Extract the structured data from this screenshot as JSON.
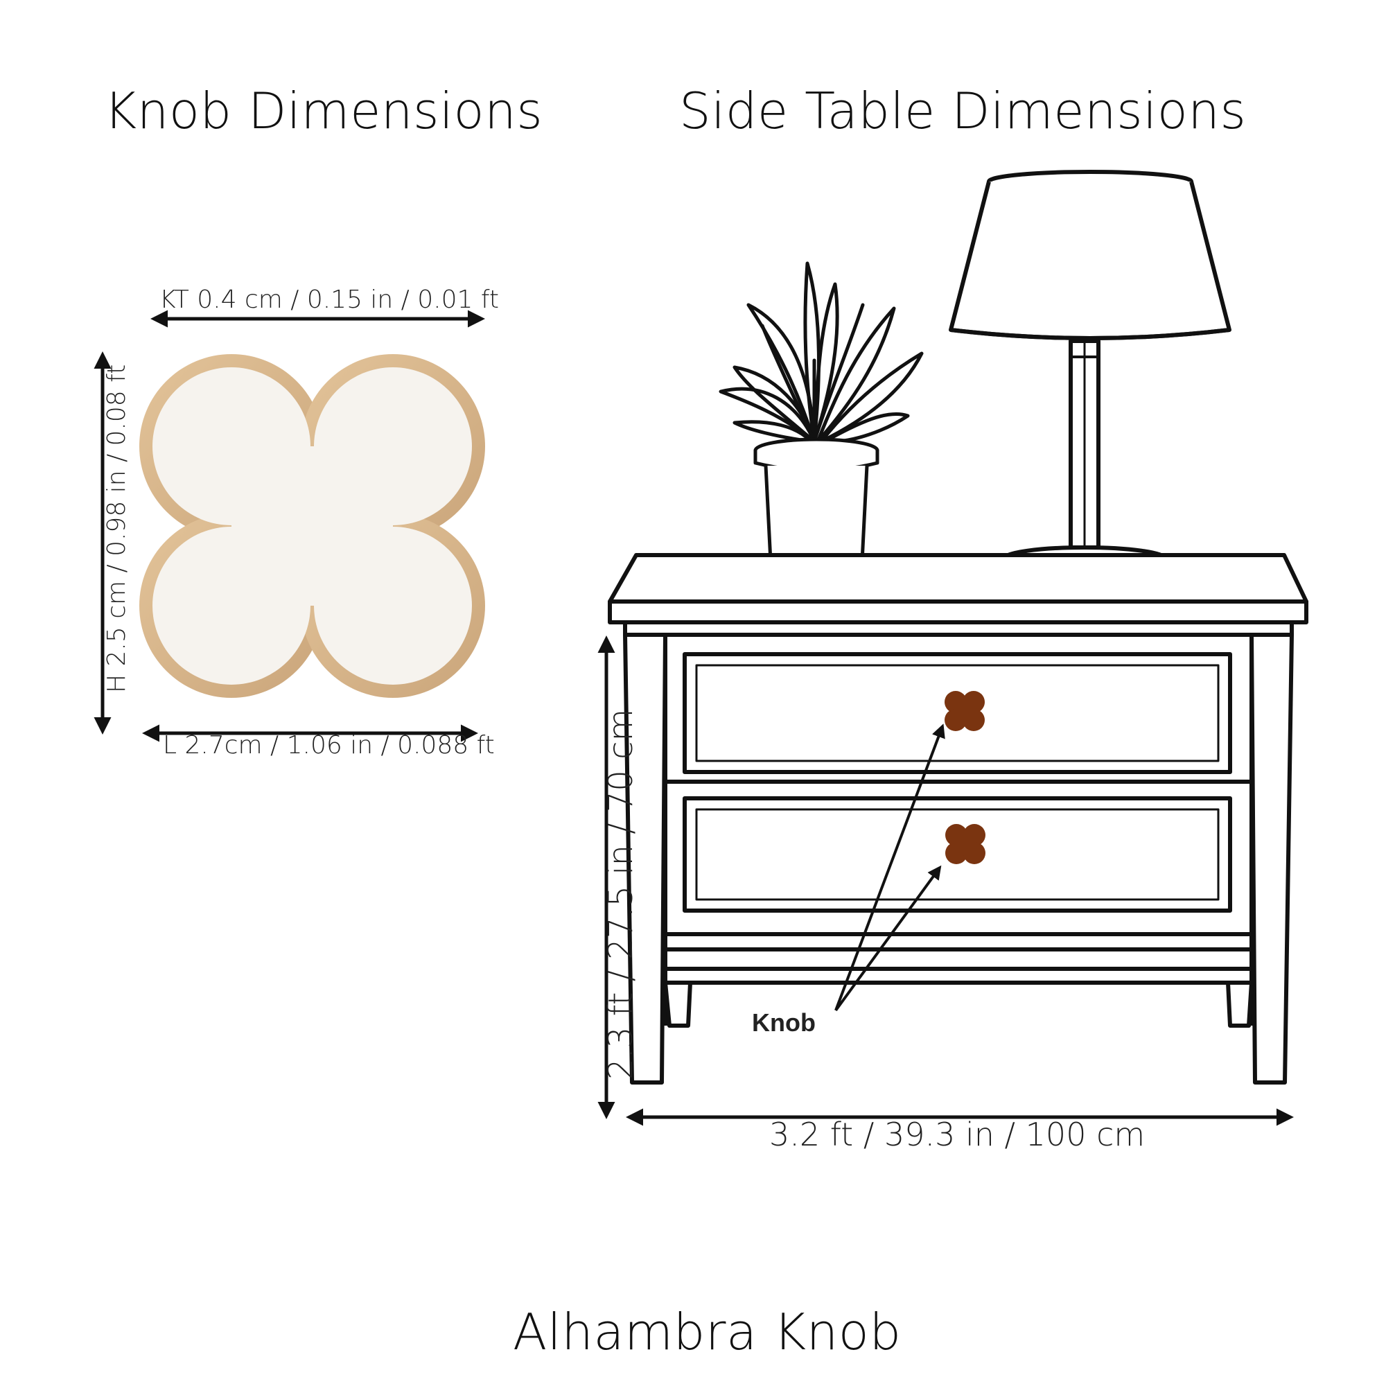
{
  "titles": {
    "knob": "Knob Dimensions",
    "table": "Side Table Dimensions",
    "product": "Alhambra Knob"
  },
  "knob_dims": {
    "thickness": "KT 0.4 cm / 0.15 in / 0.01 ft",
    "height": "H 2.5 cm / 0.98 in / 0.08 ft",
    "length": "L 2.7cm / 1.06 in / 0.088 ft"
  },
  "table_dims": {
    "height": "2.3 ft / 27.5 in / 70 cm",
    "width": "3.2 ft / 39.3 in / 100 cm",
    "knob_label": "Knob"
  },
  "colors": {
    "knob_rim": "#d9b98f",
    "knob_face": "#f6f3ee",
    "knob_brown": "#7a3410",
    "line": "#111111"
  }
}
